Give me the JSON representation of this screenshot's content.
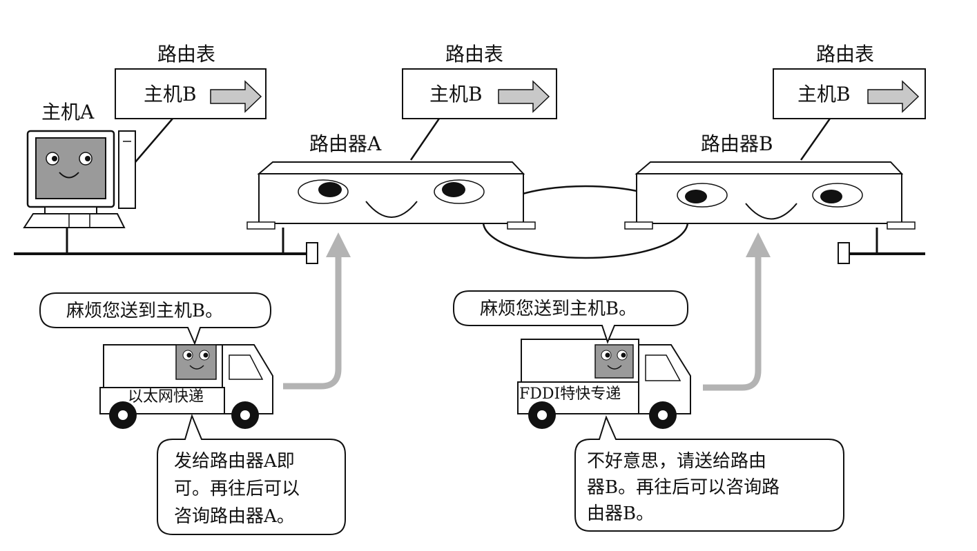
{
  "host_a": {
    "label": "主机A"
  },
  "router_a": {
    "label": "路由器A"
  },
  "router_b": {
    "label": "路由器B"
  },
  "routing_tables": [
    {
      "title": "路由表",
      "entry": "主机B"
    },
    {
      "title": "路由表",
      "entry": "主机B"
    },
    {
      "title": "路由表",
      "entry": "主机B"
    }
  ],
  "trucks": [
    {
      "company": "以太网快递",
      "request": "麻烦您送到主机B。",
      "reply_lines": [
        "发给路由器A即",
        "可。再往后可以",
        "咨询路由器A。"
      ]
    },
    {
      "company": "FDDI特快专递",
      "request": "麻烦您送到主机B。",
      "reply_lines": [
        "不好意思，请送给路由",
        "器B。再往后可以咨询路",
        "由器B。"
      ]
    }
  ],
  "colors": {
    "line": "#111111",
    "screen": "#9a9a9a",
    "arrow": "#b3b3b3",
    "table_arrow": "#c8c8c8"
  }
}
